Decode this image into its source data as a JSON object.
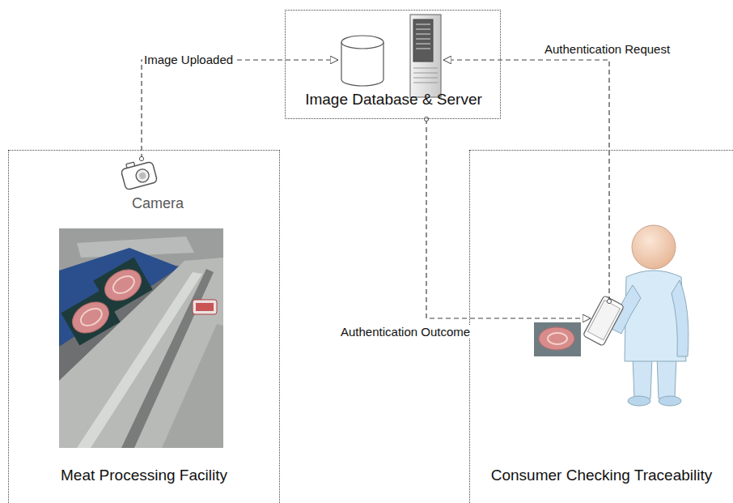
{
  "diagram": {
    "nodes": [
      {
        "text": [
          "Image Database & Server"
        ]
      },
      {
        "text": [
          "Meat Processing Facility"
        ]
      },
      {
        "text": [
          "Camera"
        ],
        "in": 1
      },
      {
        "text": [
          "Consumer Checking Traceability"
        ]
      }
    ],
    "edges": [
      {
        "from": 2,
        "to": 0,
        "arrow": "to",
        "label": "Image Uploaded"
      },
      {
        "from": 3,
        "to": 0,
        "arrow": "to",
        "label": "Authentication Request"
      },
      {
        "from": 0,
        "to": 3,
        "arrow": "to",
        "label": "Authentication Outcome"
      }
    ]
  }
}
